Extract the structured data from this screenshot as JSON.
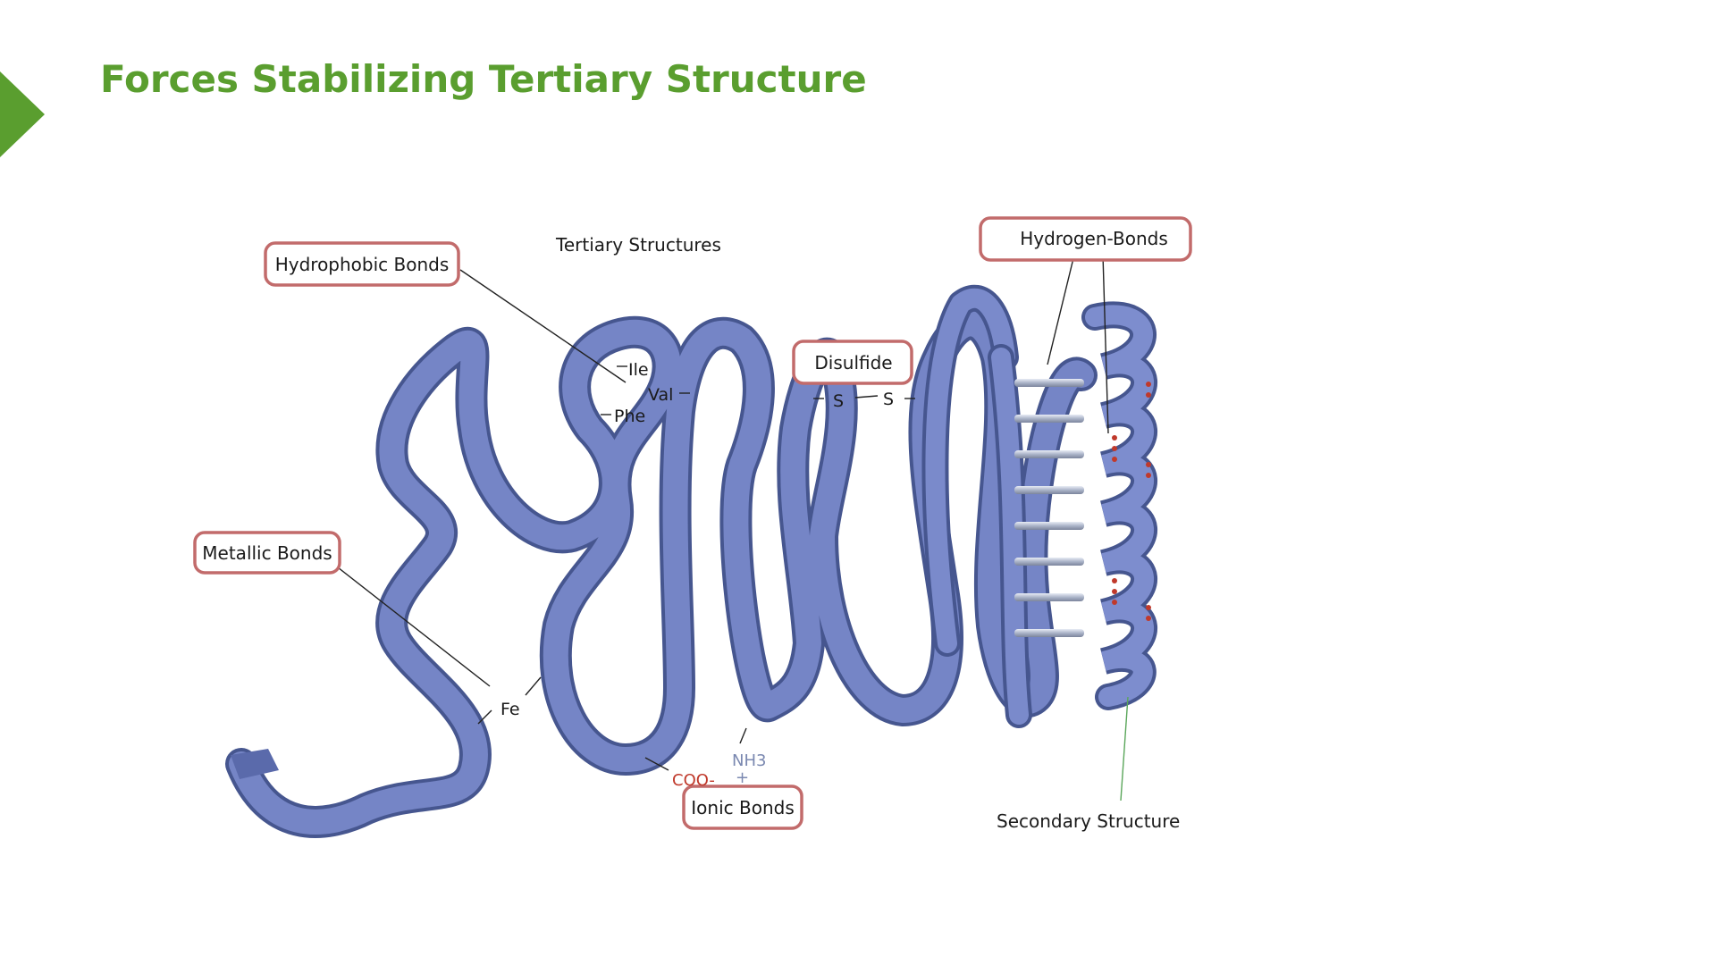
{
  "slide": {
    "title": "Forces Stabilizing Tertiary Structure"
  },
  "diagram": {
    "heading": "Tertiary Structures",
    "callouts": {
      "hydrophobic": "Hydrophobic Bonds",
      "hydrogen": "Hydrogen-Bonds",
      "disulfide": "Disulfide",
      "metallic": "Metallic Bonds",
      "ionic": "Ionic Bonds"
    },
    "residues": {
      "ile": "Ile",
      "val": "Val",
      "phe": "Phe",
      "s1": "S",
      "s2": "S",
      "fe": "Fe",
      "coo": "COO-",
      "nh3": "NH3",
      "plus": "+"
    },
    "secondary": "Secondary Structure"
  },
  "colors": {
    "title_green": "#5a9e2f",
    "ribbon": "#6f7fbd",
    "ribbon_edge": "#4a5a9e",
    "callout_border": "#c26b6b",
    "coo_red": "#c0392b",
    "nh3_blue": "#7a88b0"
  },
  "icons": {
    "slide_marker": "green-triangle-marker-icon"
  }
}
